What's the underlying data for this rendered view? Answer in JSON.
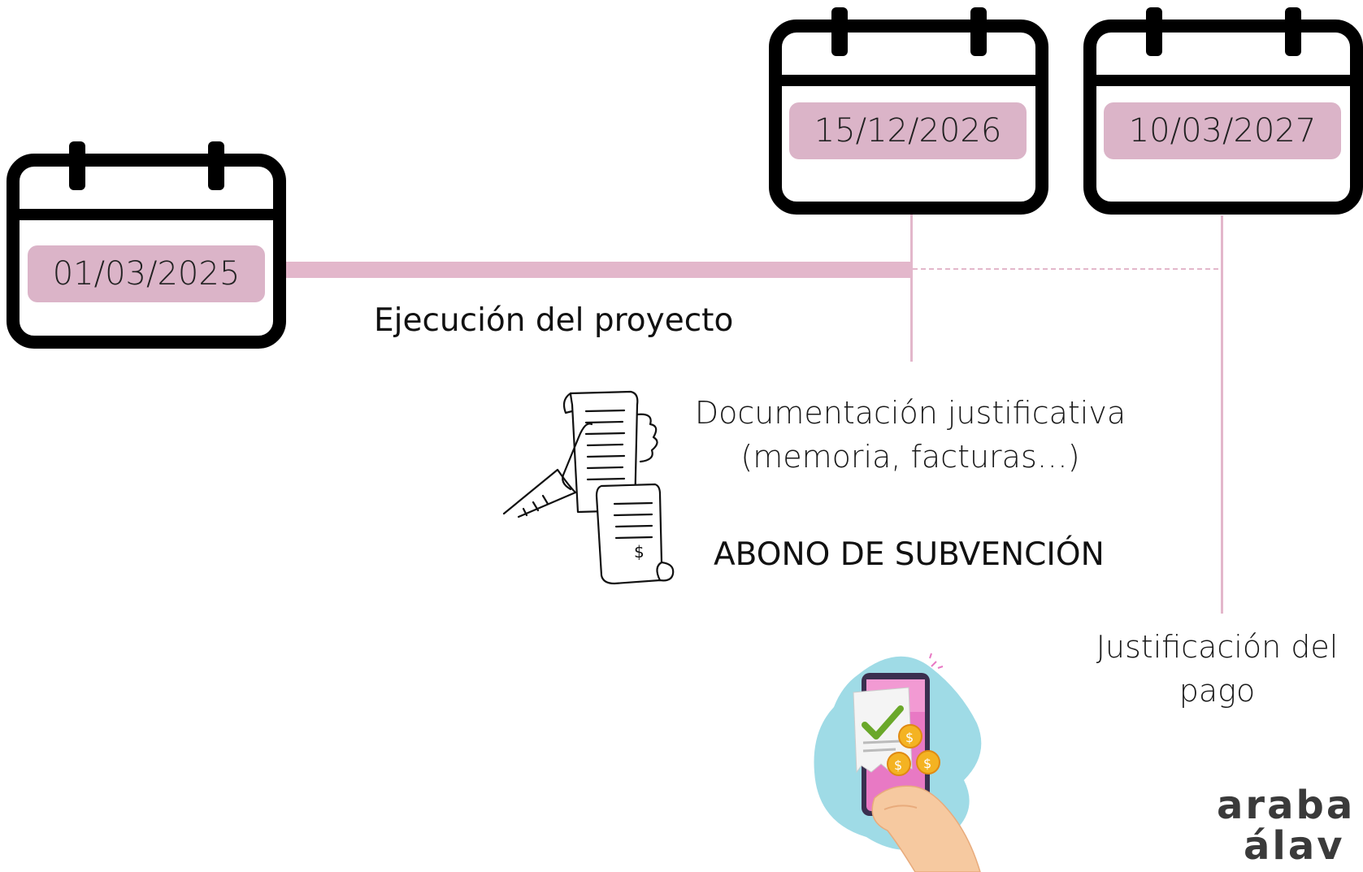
{
  "calendars": [
    {
      "date": "01/03/2025"
    },
    {
      "date": "15/12/2026"
    },
    {
      "date": "10/03/2027"
    }
  ],
  "labels": {
    "execution": "Ejecución del proyecto",
    "documentation_line1": "Documentación justificativa",
    "documentation_line2": "(memoria, facturas…)",
    "payment": "ABONO DE SUBVENCIÓN",
    "justification_line1": "Justificación del",
    "justification_line2": "pago"
  },
  "logo": {
    "line1": "araba",
    "line2": "álav"
  },
  "colors": {
    "accent_pink": "#dbb4c8",
    "line_pink": "#e3b7cb",
    "ink": "#111111"
  },
  "icons": {
    "calendar": "calendar-icon",
    "receipt": "receipt-hand-icon",
    "phone_payment": "phone-payment-icon"
  }
}
